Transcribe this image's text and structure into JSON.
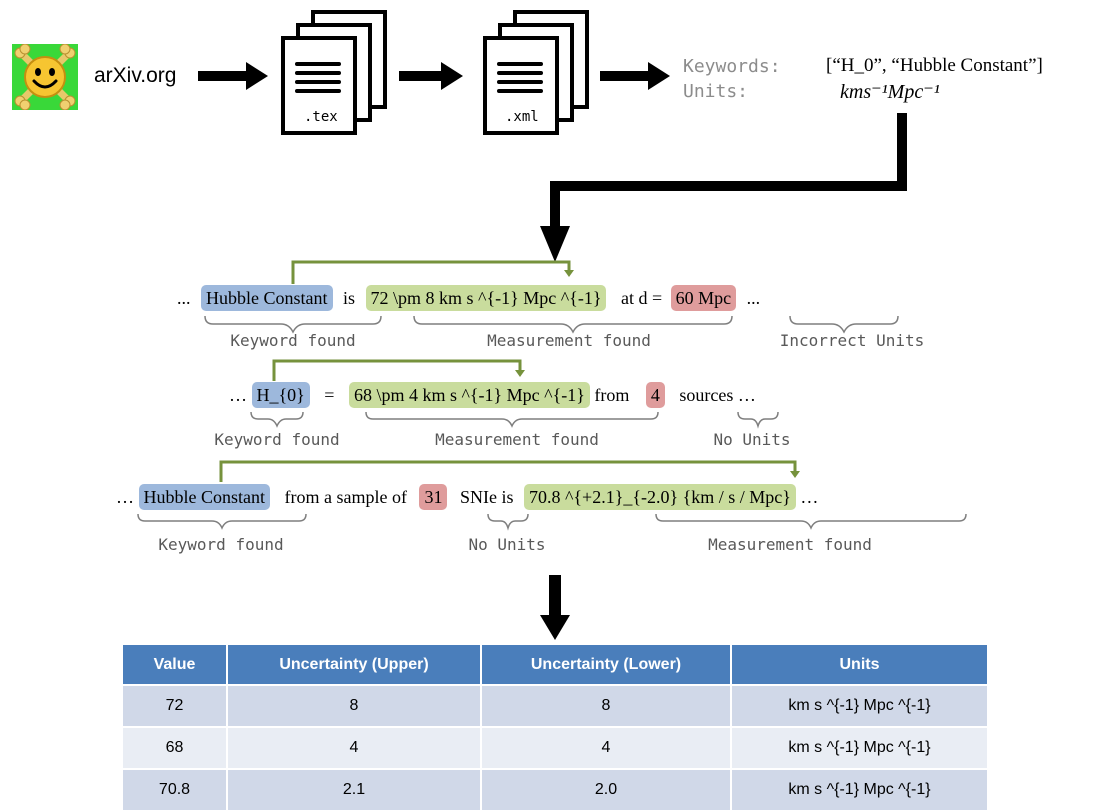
{
  "pipeline": {
    "source_label": "arXiv.org",
    "stage1_ext": ".tex",
    "stage2_ext": ".xml",
    "keywords_label": "Keywords:",
    "keywords_value": "[“H_0”, “Hubble Constant”]",
    "units_label": "Units:",
    "units_value": "kms⁻¹Mpc⁻¹"
  },
  "examples": [
    {
      "segments": [
        "...",
        "Hubble Constant",
        "is",
        "72 \\pm 8 km s ^{-1} Mpc ^{-1}",
        "at d =",
        "60 Mpc",
        "..."
      ],
      "annotations": [
        "Keyword found",
        "Measurement found",
        "Incorrect Units"
      ]
    },
    {
      "segments": [
        "…",
        "H_{0}",
        "=",
        "68 \\pm 4 km s ^{-1} Mpc ^{-1}",
        "from",
        "4",
        "sources …"
      ],
      "annotations": [
        "Keyword found",
        "Measurement found",
        "No Units"
      ]
    },
    {
      "segments": [
        "…",
        "Hubble Constant",
        "from a sample of",
        "31",
        "SNIe is",
        "70.8 ^{+2.1}_{-2.0} {km / s / Mpc}",
        "…"
      ],
      "annotations": [
        "Keyword found",
        "No Units",
        "Measurement found"
      ]
    }
  ],
  "table": {
    "headers": [
      "Value",
      "Uncertainty (Upper)",
      "Uncertainty (Lower)",
      "Units"
    ],
    "rows": [
      [
        "72",
        "8",
        "8",
        "km s ^{-1} Mpc ^{-1}"
      ],
      [
        "68",
        "4",
        "4",
        "km s ^{-1} Mpc ^{-1}"
      ],
      [
        "70.8",
        "2.1",
        "2.0",
        "km s ^{-1} Mpc ^{-1}"
      ]
    ]
  },
  "colors": {
    "keyword": "#9db8dc",
    "measurement": "#c9dc9d",
    "warning": "#df9c9c",
    "connector": "#76923c",
    "table_header": "#4a7ebb"
  }
}
